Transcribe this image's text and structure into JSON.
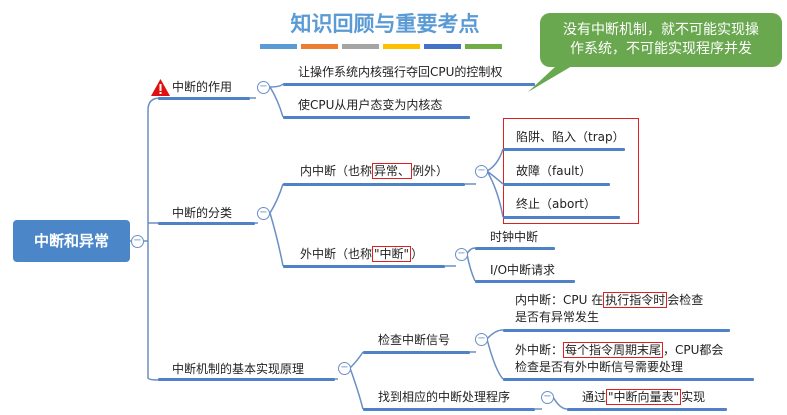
{
  "title": "知识回顾与重要考点",
  "title_bar_colors": [
    "#5b9bd5",
    "#ed7d31",
    "#a5a5a5",
    "#ffc000",
    "#4472c4",
    "#70ad47"
  ],
  "callout": {
    "line1": "没有中断机制，就不可能实现操",
    "line2": "作系统，不可能实现程序并发"
  },
  "root": "中断和异常",
  "branches": {
    "role": {
      "label": "中断的作用",
      "children": [
        "让操作系统内核强行夺回CPU的控制权",
        "使CPU从用户态变为内核态"
      ]
    },
    "classify": {
      "label": "中断的分类",
      "internal": {
        "pre": "内中断（也称",
        "hl": "异常、",
        "post": "例外）",
        "children": [
          "陷阱、陷入（trap）",
          "故障（fault）",
          "终止（abort）"
        ]
      },
      "external": {
        "pre": "外中断（也称",
        "hl": "\"中断\"",
        "post": "）",
        "children": [
          "时钟中断",
          "I/O中断请求"
        ]
      }
    },
    "mechanism": {
      "label": "中断机制的基本实现原理",
      "check": {
        "label": "检查中断信号",
        "internal": {
          "pre": "内中断：CPU 在",
          "hl": "执行指令时",
          "post": "会检查",
          "line2": "是否有异常发生"
        },
        "external": {
          "pre": "外中断：",
          "hl": "每个指令周期末尾",
          "post": "，CPU都会",
          "line2": "检查是否有外中断信号需要处理"
        }
      },
      "find": {
        "label": "找到相应的中断处理程序",
        "child": {
          "pre": "通过",
          "hl": "\"中断向量表\"",
          "post": "实现"
        }
      }
    }
  },
  "collapse_symbol": "−"
}
